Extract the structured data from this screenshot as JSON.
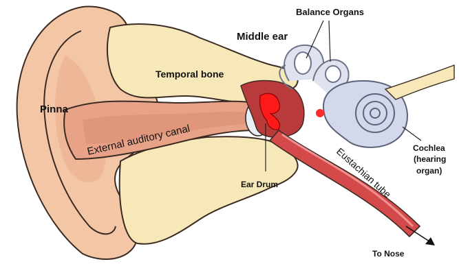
{
  "diagram": {
    "labels": {
      "balance_organs": "Balance Organs",
      "middle_ear": "Middle ear",
      "temporal_bone": "Temporal bone",
      "pinna": "Pinna",
      "external_auditory_canal": "External auditory canal",
      "ear_drum": "Ear Drum",
      "cochlea_line1": "Cochlea",
      "cochlea_line2": "(hearing",
      "cochlea_line3": "organ)",
      "eustachian_tube": "Eustachian tube",
      "to_nose": "To Nose"
    }
  }
}
